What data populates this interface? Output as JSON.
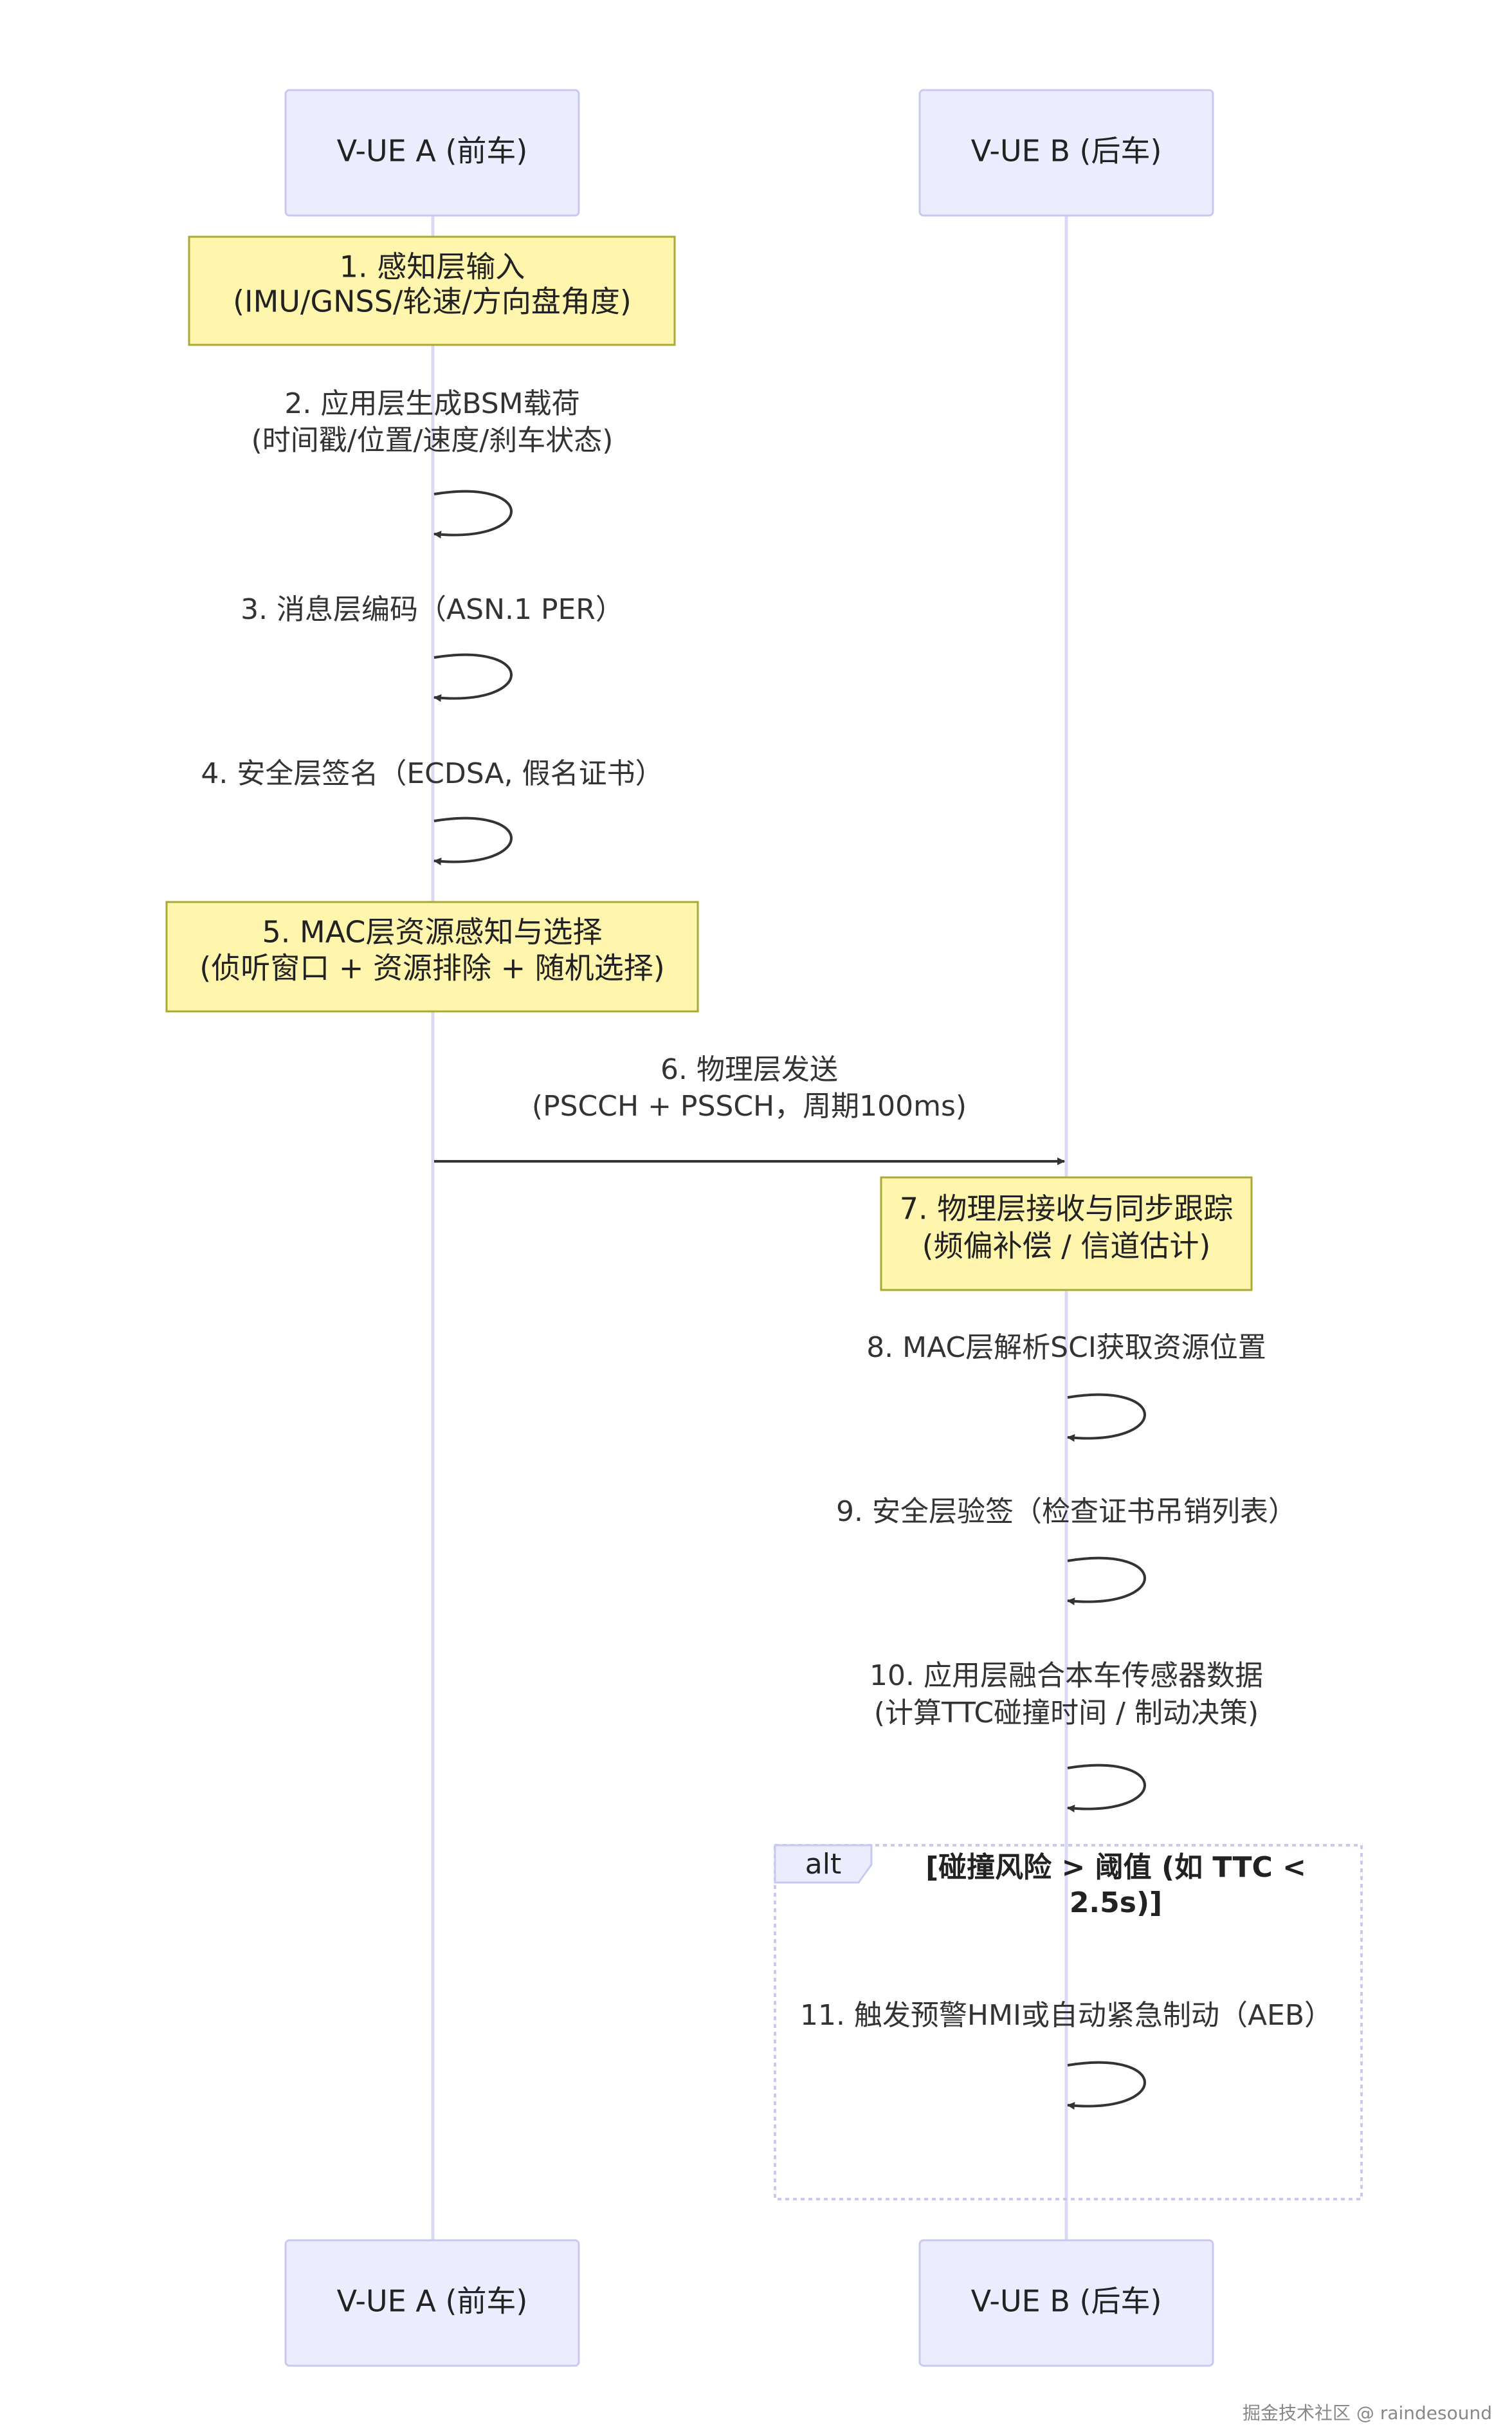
{
  "participants": {
    "a": "V-UE A (前车)",
    "b": "V-UE B (后车)"
  },
  "notes": {
    "n1": [
      "1. 感知层输入",
      "(IMU/GNSS/轮速/方向盘角度)"
    ],
    "n5": [
      "5. MAC层资源感知与选择",
      "(侦听窗口 + 资源排除 + 随机选择)"
    ],
    "n7": [
      "7. 物理层接收与同步跟踪",
      "(频偏补偿 / 信道估计)"
    ]
  },
  "messages": {
    "m2": [
      "2. 应用层生成BSM载荷",
      "(时间戳/位置/速度/刹车状态)"
    ],
    "m3": [
      "3. 消息层编码（ASN.1 PER）"
    ],
    "m4": [
      "4. 安全层签名（ECDSA, 假名证书）"
    ],
    "m6": [
      "6. 物理层发送",
      "(PSCCH + PSSCH，周期100ms)"
    ],
    "m8": [
      "8. MAC层解析SCI获取资源位置"
    ],
    "m9": [
      "9. 安全层验签（检查证书吊销列表）"
    ],
    "m10": [
      "10. 应用层融合本车传感器数据",
      "(计算TTC碰撞时间 / 制动决策)"
    ],
    "m11": [
      "11. 触发预警HMI或自动紧急制动（AEB）"
    ]
  },
  "alt": {
    "label": "alt",
    "condition": [
      "[碰撞风险 > 阈值 (如 TTC <",
      "2.5s)]"
    ]
  },
  "watermark": "掘金技术社区 @ raindesound",
  "colors": {
    "actor_fill": "#ECECFF",
    "actor_stroke": "#C9C9F0",
    "lifeline": "#D9D9F5",
    "note_fill": "#FFF5AD",
    "note_stroke": "#AAAA33",
    "arrow": "#333333",
    "alt_stroke": "#C9C9F0"
  }
}
